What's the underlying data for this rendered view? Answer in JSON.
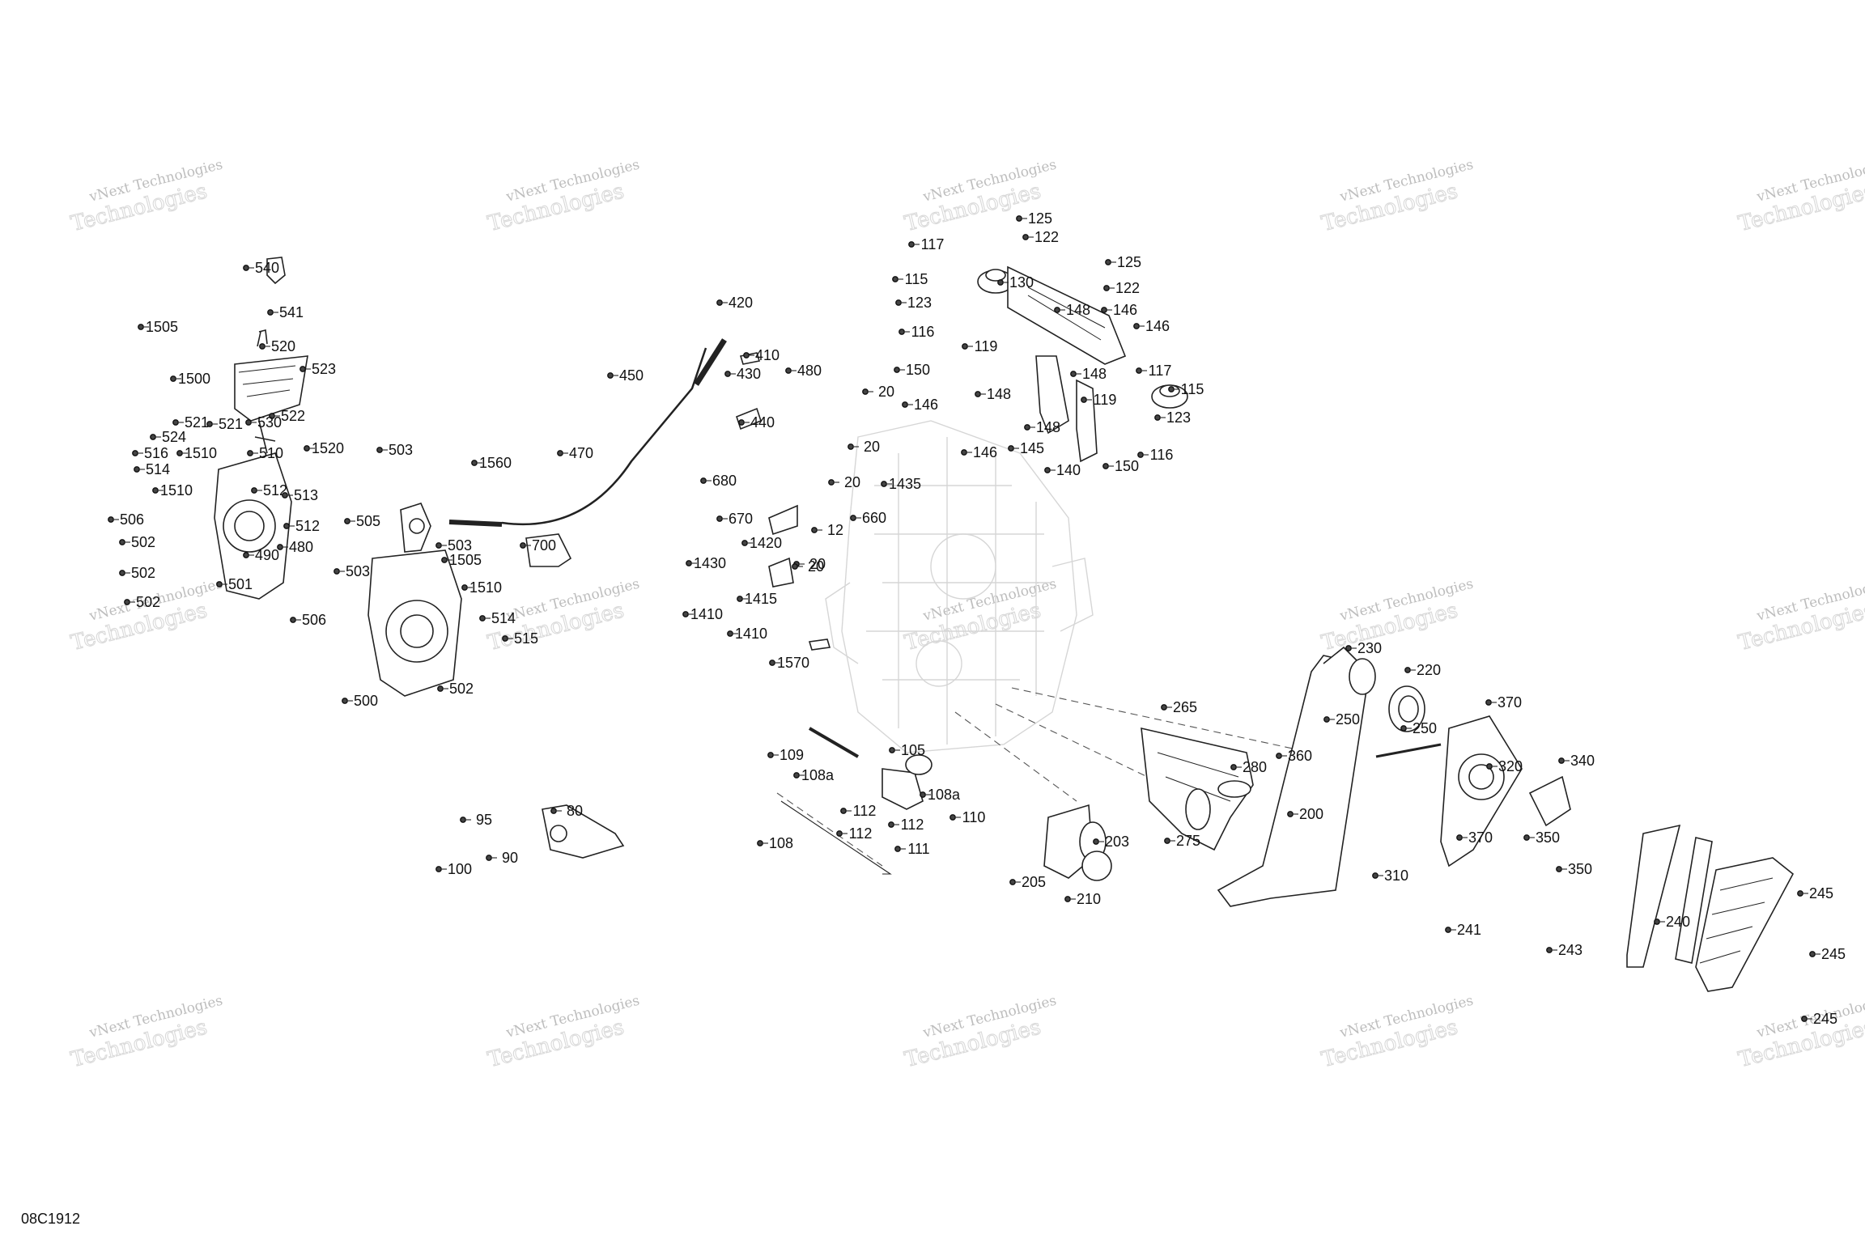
{
  "diagram_code": "08C1912",
  "watermark": {
    "line1": "vNext Technologies",
    "line2": "Technologies"
  },
  "labels": [
    "540",
    "541",
    "1505",
    "520",
    "523",
    "1500",
    "521",
    "522",
    "530",
    "521",
    "524",
    "1510",
    "516",
    "510",
    "1520",
    "514",
    "503",
    "1510",
    "512",
    "513",
    "506",
    "512",
    "502",
    "490",
    "480",
    "502",
    "501",
    "502",
    "506",
    "500",
    "503",
    "505",
    "1560",
    "503",
    "1505",
    "1510",
    "514",
    "515",
    "502",
    "470",
    "700",
    "420",
    "410",
    "450",
    "430",
    "480",
    "440",
    "20",
    "20",
    "680",
    "20",
    "1435",
    "670",
    "660",
    "12",
    "20",
    "1420",
    "20",
    "1430",
    "1415",
    "1410",
    "1410",
    "1570",
    "125",
    "117",
    "122",
    "130",
    "115",
    "125",
    "122",
    "123",
    "148",
    "146",
    "116",
    "146",
    "119",
    "117",
    "150",
    "148",
    "148",
    "115",
    "119",
    "146",
    "148",
    "123",
    "146",
    "145",
    "116",
    "140",
    "150",
    "230",
    "220",
    "265",
    "250",
    "250",
    "370",
    "360",
    "280",
    "200",
    "340",
    "320",
    "370",
    "350",
    "310",
    "350",
    "243",
    "241",
    "240",
    "245",
    "245",
    "245",
    "109",
    "105",
    "108a",
    "108a",
    "112",
    "110",
    "112",
    "112",
    "111",
    "108",
    "205",
    "203",
    "275",
    "210",
    "95",
    "80",
    "90",
    "100"
  ]
}
